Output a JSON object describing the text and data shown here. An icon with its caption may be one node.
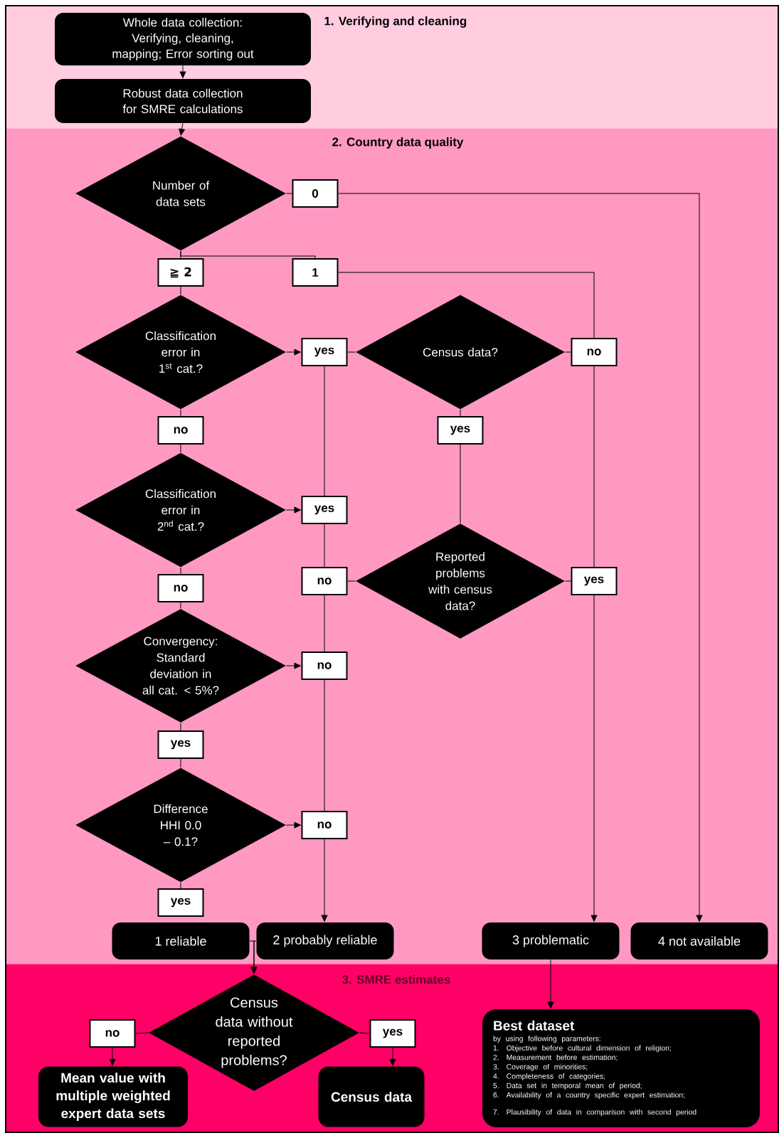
{
  "diagram": {
    "nodes": [
      {
        "text": [
          "1. Verifying and cleaning"
        ]
      },
      {
        "text": [
          "Whole data collection: Verifying, cleaning, mapping; Error sorting out"
        ],
        "in": 0
      },
      {
        "text": [
          "Robust data collection for SMRE calculations"
        ],
        "in": 0
      },
      {
        "text": [
          "2. Country data quality"
        ]
      },
      {
        "text": [
          "Number of data sets"
        ],
        "in": 3
      },
      {
        "text": [
          "0"
        ],
        "in": 3
      },
      {
        "text": [
          "≧ 2"
        ],
        "in": 3
      },
      {
        "text": [
          "1"
        ],
        "in": 3
      },
      {
        "text": [
          "Classification error in 1$^{st}$ cat.?"
        ],
        "in": 3
      },
      {
        "text": [
          "yes"
        ],
        "in": 3
      },
      {
        "text": [
          "Census data?"
        ],
        "in": 3
      },
      {
        "text": [
          "no"
        ],
        "in": 3
      },
      {
        "text": [
          "no"
        ],
        "in": 3
      },
      {
        "text": [
          "yes"
        ],
        "in": 3
      },
      {
        "text": [
          "Classification error in 2$^{nd}$ cat.?"
        ],
        "in": 3
      },
      {
        "text": [
          "yes"
        ],
        "in": 3
      },
      {
        "text": [
          "Reported problems with census data?"
        ],
        "in": 3
      },
      {
        "text": [
          "no"
        ],
        "in": 3
      },
      {
        "text": [
          "yes"
        ],
        "in": 3
      },
      {
        "text": [
          "no"
        ],
        "in": 3
      },
      {
        "text": [
          "Convergency: Standard deviation in all cat. < 5%?"
        ],
        "in": 3
      },
      {
        "text": [
          "no"
        ],
        "in": 3
      },
      {
        "text": [
          "yes"
        ],
        "in": 3
      },
      {
        "text": [
          "Difference HHI 0.0 – 0.1?"
        ],
        "in": 3
      },
      {
        "text": [
          "no"
        ],
        "in": 3
      },
      {
        "text": [
          "yes"
        ],
        "in": 3
      },
      {
        "text": [
          "1 reliable"
        ],
        "in": 3
      },
      {
        "text": [
          "2 probably reliable"
        ],
        "in": 3
      },
      {
        "text": [
          "3 problematic"
        ],
        "in": 3
      },
      {
        "text": [
          "4 not available"
        ],
        "in": 3
      },
      {
        "text": [
          "3. SMRE estimates"
        ]
      },
      {
        "text": [
          "Census data without reported problems?"
        ],
        "in": 30
      },
      {
        "text": [
          "no"
        ],
        "in": 30
      },
      {
        "text": [
          "yes"
        ],
        "in": 30
      },
      {
        "text": [
          "Mean value with multiple weighted expert data sets"
        ],
        "in": 30
      },
      {
        "text": [
          "Census data"
        ],
        "in": 30
      },
      {
        "text": [
          "Best dataset",
          "by using following parameters:",
          "1. Objective before cultural dimension of religion;",
          "2. Measurement before estimation;",
          "3. Coverage of minorities;",
          "4. Completeness of categories;",
          "5. Data set in temporal mean of period;",
          "6. Availability of a country specific expert estimation;",
          "7. Plausibility of data in comparison with second period"
        ],
        "in": 30
      }
    ],
    "edges": [
      {
        "from": 1,
        "to": 2,
        "arrow": "to"
      },
      {
        "from": 2,
        "to": 4,
        "arrow": "to"
      },
      {
        "from": 4,
        "to": 5,
        "arrow": "none"
      },
      {
        "from": 5,
        "to": 29,
        "arrow": "to"
      },
      {
        "from": 4,
        "to": 6,
        "arrow": "none"
      },
      {
        "from": 4,
        "to": 7,
        "arrow": "none"
      },
      {
        "from": 6,
        "to": 8,
        "arrow": "none"
      },
      {
        "from": 7,
        "to": 11,
        "arrow": "none"
      },
      {
        "from": 8,
        "to": 9,
        "arrow": "to"
      },
      {
        "from": 9,
        "to": 10,
        "arrow": "none"
      },
      {
        "from": 10,
        "to": 11,
        "arrow": "none"
      },
      {
        "from": 11,
        "to": 18,
        "arrow": "none"
      },
      {
        "from": 18,
        "to": 28,
        "arrow": "to"
      },
      {
        "from": 9,
        "to": 15,
        "arrow": "none"
      },
      {
        "from": 10,
        "to": 13,
        "arrow": "none"
      },
      {
        "from": 8,
        "to": 12,
        "arrow": "none"
      },
      {
        "from": 12,
        "to": 14,
        "arrow": "none"
      },
      {
        "from": 14,
        "to": 15,
        "arrow": "to"
      },
      {
        "from": 15,
        "to": 17,
        "arrow": "none"
      },
      {
        "from": 13,
        "to": 16,
        "arrow": "none"
      },
      {
        "from": 16,
        "to": 17,
        "arrow": "none"
      },
      {
        "from": 16,
        "to": 18,
        "arrow": "none"
      },
      {
        "from": 14,
        "to": 19,
        "arrow": "none"
      },
      {
        "from": 19,
        "to": 20,
        "arrow": "none"
      },
      {
        "from": 20,
        "to": 21,
        "arrow": "to"
      },
      {
        "from": 17,
        "to": 21,
        "arrow": "none"
      },
      {
        "from": 21,
        "to": 24,
        "arrow": "none"
      },
      {
        "from": 20,
        "to": 22,
        "arrow": "none"
      },
      {
        "from": 22,
        "to": 23,
        "arrow": "none"
      },
      {
        "from": 23,
        "to": 24,
        "arrow": "to"
      },
      {
        "from": 23,
        "to": 25,
        "arrow": "none"
      },
      {
        "from": 24,
        "to": 27,
        "arrow": "to"
      },
      {
        "from": 26,
        "to": 31,
        "arrow": "to"
      },
      {
        "from": 27,
        "to": 31,
        "arrow": "to"
      },
      {
        "from": 28,
        "to": 36,
        "arrow": "to"
      },
      {
        "from": 31,
        "to": 32,
        "arrow": "none"
      },
      {
        "from": 32,
        "to": 34,
        "arrow": "to"
      },
      {
        "from": 31,
        "to": 33,
        "arrow": "none"
      },
      {
        "from": 33,
        "to": 35,
        "arrow": "to"
      }
    ]
  }
}
